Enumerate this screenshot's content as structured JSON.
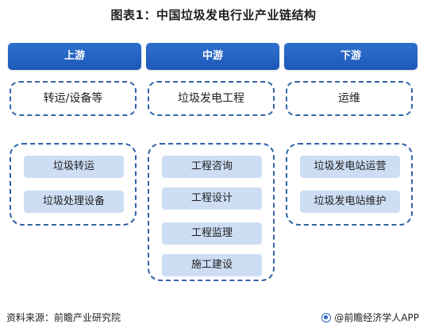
{
  "title": "图表1：中国垃圾发电行业产业链结构",
  "columns": [
    {
      "header": "上游",
      "summary": "转运/设备等",
      "items": [
        "垃圾转运",
        "垃圾处理设备"
      ]
    },
    {
      "header": "中游",
      "summary": "垃圾发电工程",
      "items": [
        "工程咨询",
        "工程设计",
        "工程监理",
        "施工建设"
      ]
    },
    {
      "header": "下游",
      "summary": "运维",
      "items": [
        "垃圾发电站运营",
        "垃圾发电站维护"
      ]
    }
  ],
  "footer": {
    "source": "资料来源：前瞻产业研究院",
    "brand": "@前瞻经济学人APP"
  },
  "colors": {
    "header": "#1f5fbf",
    "dash_border": "#2f62a8",
    "item_fill": "#cdddf4"
  }
}
